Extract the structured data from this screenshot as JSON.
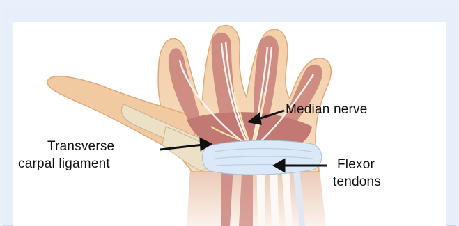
{
  "figure": {
    "labels": {
      "median_nerve": "Median nerve",
      "transverse_line1": "Transverse",
      "transverse_line2": "carpal ligament",
      "flexor_line1": "Flexor",
      "flexor_line2": "tendons"
    }
  },
  "colors": {
    "background": "#e8f0f9",
    "skin": "#f0c49a",
    "muscle": "#c9807a",
    "bone": "#e9dcc0",
    "ligament": "#dce9f8",
    "tendon": "#f7f4f2",
    "ink": "#111111"
  }
}
